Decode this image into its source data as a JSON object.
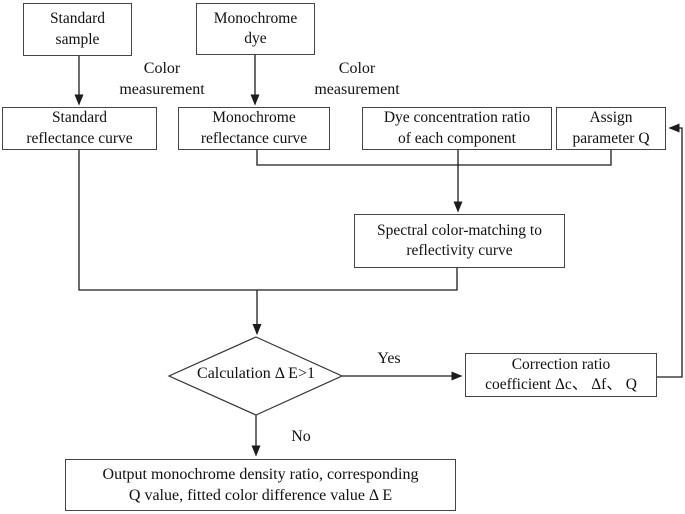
{
  "figure": {
    "type": "flowchart",
    "background_color": "#ffffff",
    "line_color": "#1c1c1c",
    "box_border_color": "#454545",
    "text_color": "#111111",
    "nodes": {
      "standard_sample": {
        "shape": "rect",
        "label": "Standard\nsample"
      },
      "monochrome_dye": {
        "shape": "rect",
        "label": "Monochrome\ndye"
      },
      "standard_reflectance": {
        "shape": "rect",
        "label": "Standard\nreflectance curve"
      },
      "monochrome_reflectance": {
        "shape": "rect",
        "label": "Monochrome\nreflectance curve"
      },
      "dye_concentration": {
        "shape": "rect",
        "label": "Dye concentration ratio\nof each component"
      },
      "assign_parameter_q": {
        "shape": "rect",
        "label": "Assign\nparameter Q"
      },
      "spectral_matching": {
        "shape": "rect",
        "label": "Spectral color-matching to\nreflectivity curve"
      },
      "decision": {
        "shape": "diamond",
        "label": "Calculation Δ E>1"
      },
      "correction": {
        "shape": "rect",
        "label": "Correction ratio\ncoefficient Δc、 Δf、 Q"
      },
      "output": {
        "shape": "rect",
        "label": "Output monochrome density ratio, corresponding\nQ value, fitted color difference value Δ E"
      }
    },
    "edge_labels": {
      "color_measurement_left": "Color\nmeasurement",
      "color_measurement_right": "Color\nmeasurement",
      "yes": "Yes",
      "no": "No"
    }
  }
}
